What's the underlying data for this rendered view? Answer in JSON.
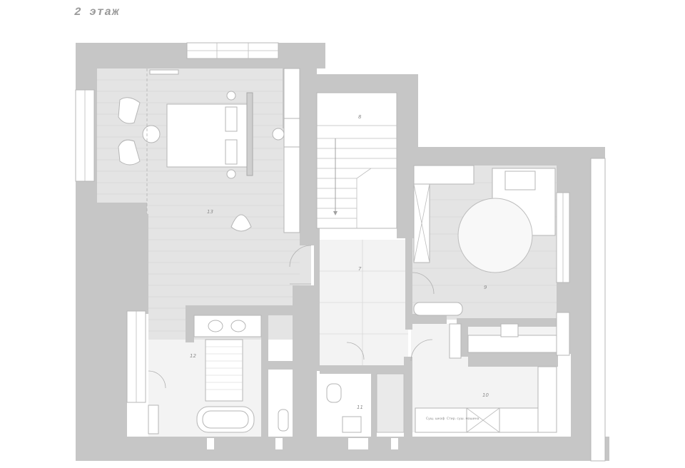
{
  "floor_title": "2 этаж",
  "room_numbers": [
    "13",
    "12",
    "11",
    "10",
    "9",
    "8",
    "7"
  ],
  "furniture_labels": {
    "kitchen_label_1": "Сущ. шкаф",
    "kitchen_label_2": "Стир. суш. машина"
  },
  "colors": {
    "wall": "#c6c6c6",
    "floor": "#e4e4e4",
    "tile": "#f3f3f3"
  }
}
